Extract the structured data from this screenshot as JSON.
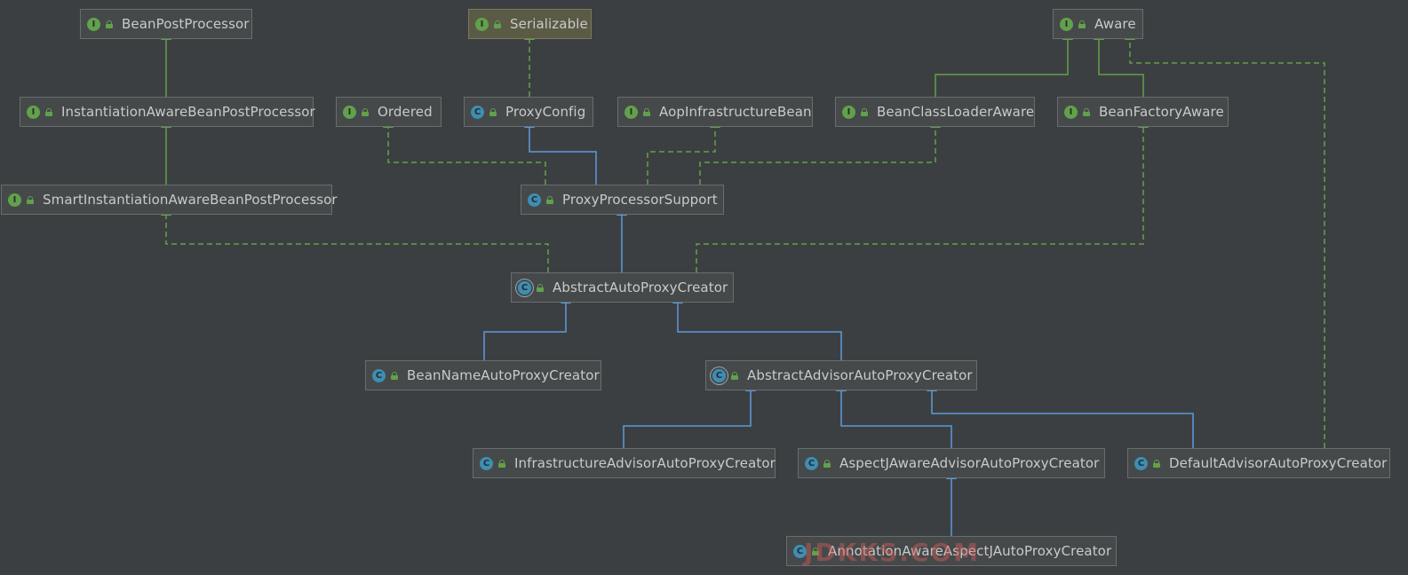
{
  "colors": {
    "background": "#3c3f41",
    "inherit_interface": "#62a14b",
    "inherit_class": "#5b9bdc",
    "implements_dashed": "#62a14b"
  },
  "nodes": [
    {
      "id": "bpp",
      "label": "BeanPostProcessor",
      "kind": "interface"
    },
    {
      "id": "ser",
      "label": "Serializable",
      "kind": "interface",
      "highlight": true
    },
    {
      "id": "aware",
      "label": "Aware",
      "kind": "interface"
    },
    {
      "id": "iabpp",
      "label": "InstantiationAwareBeanPostProcessor",
      "kind": "interface"
    },
    {
      "id": "ord",
      "label": "Ordered",
      "kind": "interface"
    },
    {
      "id": "pcfg",
      "label": "ProxyConfig",
      "kind": "class"
    },
    {
      "id": "aib",
      "label": "AopInfrastructureBean",
      "kind": "interface"
    },
    {
      "id": "bcla",
      "label": "BeanClassLoaderAware",
      "kind": "interface"
    },
    {
      "id": "bfa",
      "label": "BeanFactoryAware",
      "kind": "interface"
    },
    {
      "id": "siabpp",
      "label": "SmartInstantiationAwareBeanPostProcessor",
      "kind": "interface"
    },
    {
      "id": "pps",
      "label": "ProxyProcessorSupport",
      "kind": "class"
    },
    {
      "id": "aapc",
      "label": "AbstractAutoProxyCreator",
      "kind": "abstract"
    },
    {
      "id": "bnapc",
      "label": "BeanNameAutoProxyCreator",
      "kind": "class"
    },
    {
      "id": "aaapc",
      "label": "AbstractAdvisorAutoProxyCreator",
      "kind": "abstract"
    },
    {
      "id": "iaapc",
      "label": "InfrastructureAdvisorAutoProxyCreator",
      "kind": "class"
    },
    {
      "id": "ajaapc",
      "label": "AspectJAwareAdvisorAutoProxyCreator",
      "kind": "class"
    },
    {
      "id": "daapc",
      "label": "DefaultAdvisorAutoProxyCreator",
      "kind": "class"
    },
    {
      "id": "aajapc",
      "label": "AnnotationAwareAspectJAutoProxyCreator",
      "kind": "class"
    }
  ],
  "edges": [
    {
      "from": "iabpp",
      "to": "bpp",
      "type": "extends"
    },
    {
      "from": "siabpp",
      "to": "iabpp",
      "type": "extends"
    },
    {
      "from": "pcfg",
      "to": "ser",
      "type": "implements"
    },
    {
      "from": "bcla",
      "to": "aware",
      "type": "extends"
    },
    {
      "from": "bfa",
      "to": "aware",
      "type": "extends"
    },
    {
      "from": "pps",
      "to": "pcfg",
      "type": "class"
    },
    {
      "from": "pps",
      "to": "ord",
      "type": "implements"
    },
    {
      "from": "pps",
      "to": "aib",
      "type": "implements"
    },
    {
      "from": "pps",
      "to": "bcla",
      "type": "implements"
    },
    {
      "from": "aapc",
      "to": "pps",
      "type": "class"
    },
    {
      "from": "aapc",
      "to": "siabpp",
      "type": "implements"
    },
    {
      "from": "aapc",
      "to": "bfa",
      "type": "implements"
    },
    {
      "from": "bnapc",
      "to": "aapc",
      "type": "class"
    },
    {
      "from": "aaapc",
      "to": "aapc",
      "type": "class"
    },
    {
      "from": "iaapc",
      "to": "aaapc",
      "type": "class"
    },
    {
      "from": "ajaapc",
      "to": "aaapc",
      "type": "class"
    },
    {
      "from": "daapc",
      "to": "aaapc",
      "type": "class"
    },
    {
      "from": "daapc",
      "to": "aware",
      "type": "implements"
    },
    {
      "from": "aajapc",
      "to": "ajaapc",
      "type": "class"
    }
  ],
  "watermark": {
    "bottom_text": "JDKKS.COM",
    "top_text": ""
  }
}
